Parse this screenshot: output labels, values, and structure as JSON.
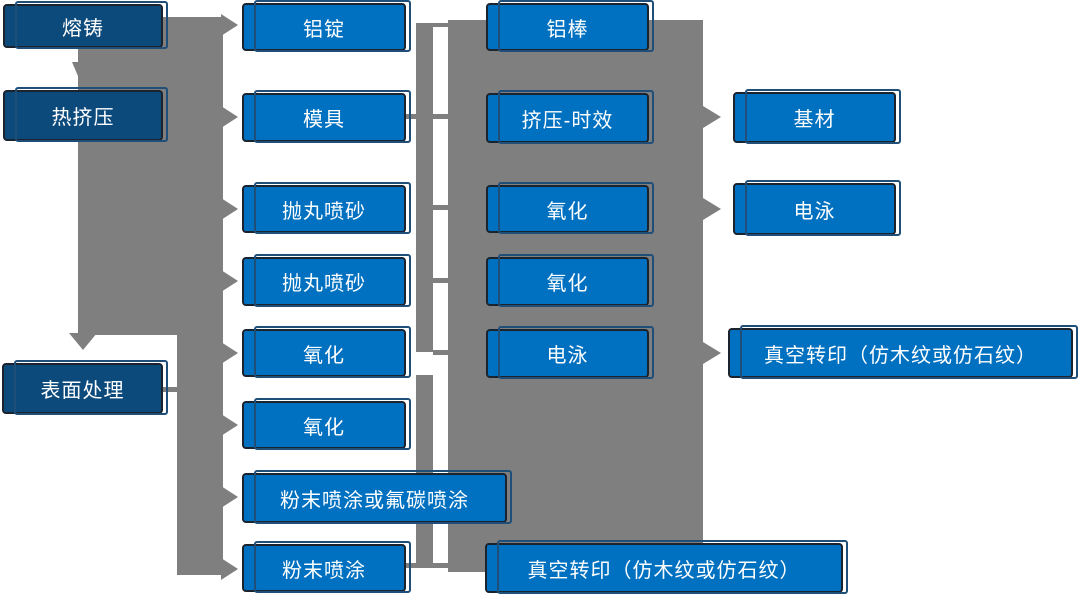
{
  "colors": {
    "primary_box": "#0070C0",
    "dark_box": "#0D4A7C",
    "connector_gray": "#7F7F7F",
    "box_border": "#1A232E",
    "offset_outline": "#1F4E79",
    "text": "#FFFFFF"
  },
  "flow": {
    "stage_column": [
      {
        "label": "熔铸"
      },
      {
        "label": "热挤压"
      },
      {
        "label": "表面处理"
      }
    ],
    "process_column_1": [
      {
        "label": "铝锭"
      },
      {
        "label": "模具"
      },
      {
        "label": "抛丸喷砂"
      },
      {
        "label": "抛丸喷砂"
      },
      {
        "label": "氧化"
      },
      {
        "label": "氧化"
      },
      {
        "label": "粉末喷涂或氟碳喷涂"
      },
      {
        "label": "粉末喷涂"
      }
    ],
    "process_column_2": [
      {
        "label": "铝棒"
      },
      {
        "label": "挤压-时效"
      },
      {
        "label": "氧化"
      },
      {
        "label": "氧化"
      },
      {
        "label": "电泳"
      },
      {
        "label": "真空转印（仿木纹或仿石纹）"
      }
    ],
    "output_column": [
      {
        "label": "基材"
      },
      {
        "label": "电泳"
      },
      {
        "label": "真空转印（仿木纹或仿石纹）"
      }
    ]
  }
}
